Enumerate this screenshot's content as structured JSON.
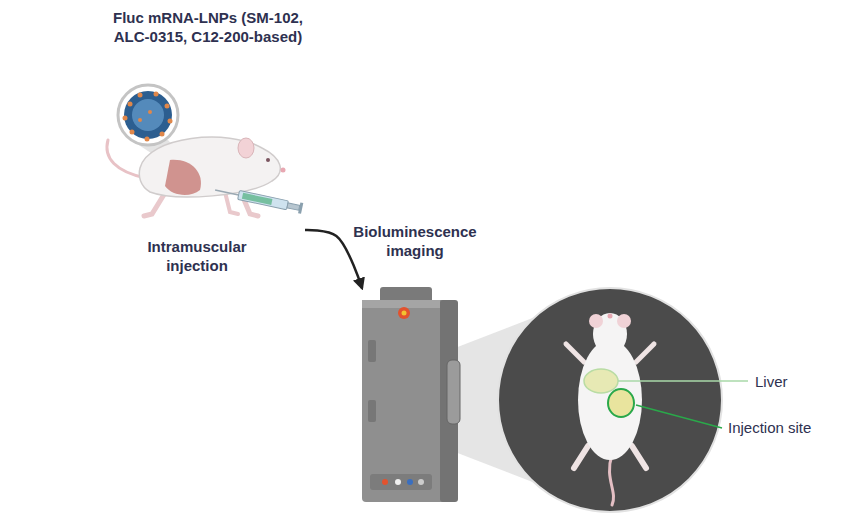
{
  "diagram": {
    "nodes": [
      {
        "text": [
          "Fluc mRNA-LNPs (SM-102, ALC-0315, C12-200-based)",
          "Intramuscular injection"
        ]
      },
      {
        "text": [
          "Liver",
          "Injection site"
        ]
      }
    ],
    "edges": [
      {
        "from": 0,
        "to": 1,
        "arrow": "to",
        "label": "Bioluminescence imaging"
      }
    ]
  }
}
